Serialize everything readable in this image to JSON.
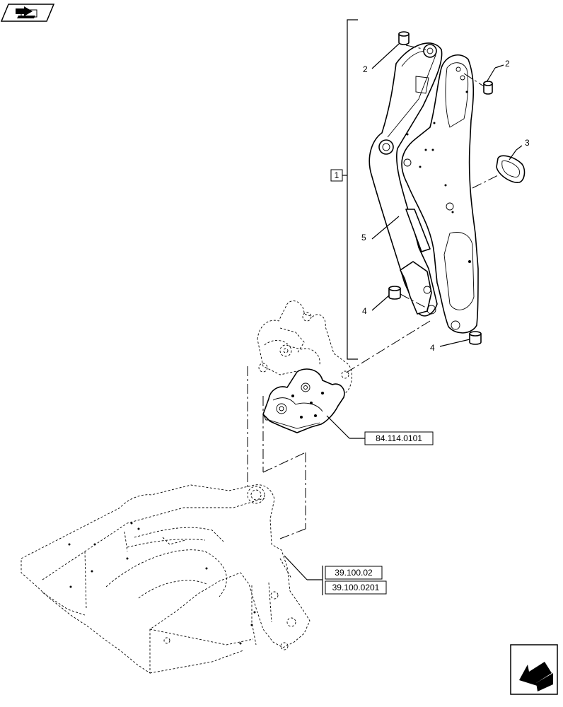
{
  "callouts": {
    "bracket_ref": "1",
    "pin_top_left": "2",
    "pin_top_right": "2",
    "seal": "3",
    "bushing_left": "4",
    "bushing_bottom": "4",
    "arm": "5"
  },
  "refs": {
    "quick_coupler": "84.114.0101",
    "frame_a": "39.100.02",
    "frame_b": "39.100.0201"
  },
  "icons": {
    "top_left": "book-arrow-icon",
    "bottom_right": "return-arrow-icon"
  }
}
